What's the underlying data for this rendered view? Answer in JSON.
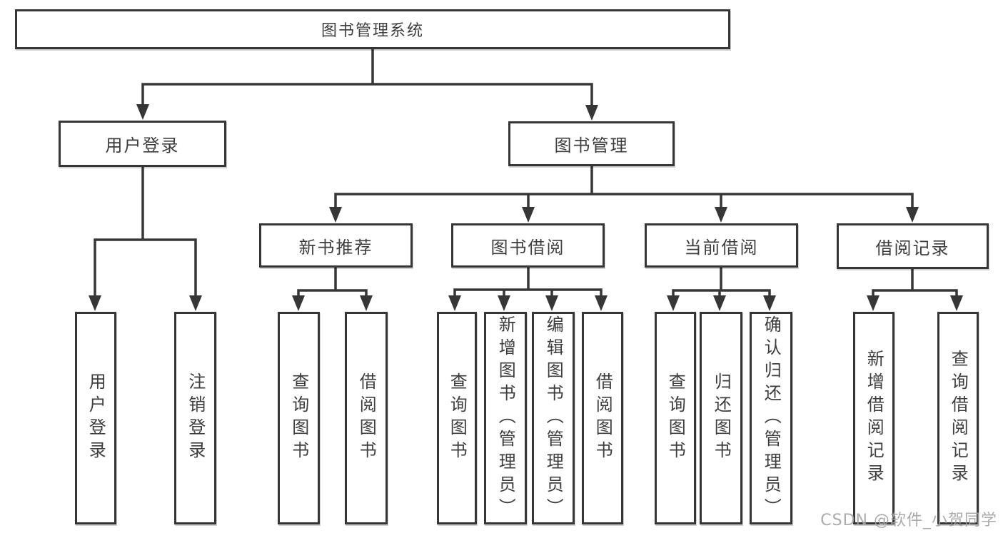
{
  "diagram": {
    "root": {
      "label": "图书管理系统"
    },
    "branches": [
      {
        "label": "用户登录",
        "children": [
          {
            "label": "用户登录"
          },
          {
            "label": "注销登录"
          }
        ]
      },
      {
        "label": "图书管理",
        "children": [
          {
            "label": "新书推荐",
            "children": [
              {
                "label": "查询图书"
              },
              {
                "label": "借阅图书"
              }
            ]
          },
          {
            "label": "图书借阅",
            "children": [
              {
                "label": "查询图书"
              },
              {
                "label": "新增图书（管理员）"
              },
              {
                "label": "编辑图书（管理员）"
              },
              {
                "label": "借阅图书"
              }
            ]
          },
          {
            "label": "当前借阅",
            "children": [
              {
                "label": "查询图书"
              },
              {
                "label": "归还图书"
              },
              {
                "label": "确认归还（管理员）"
              }
            ]
          },
          {
            "label": "借阅记录",
            "children": [
              {
                "label": "新增借阅记录"
              },
              {
                "label": "查询借阅记录"
              }
            ]
          }
        ]
      }
    ]
  },
  "watermark": {
    "text": "CSDN @软件_小贺同学"
  },
  "colors": {
    "line": "#363636",
    "box_border": "#363636",
    "text": "#3d3d3d",
    "watermark": "#a3a3a3",
    "background": "#ffffff"
  }
}
